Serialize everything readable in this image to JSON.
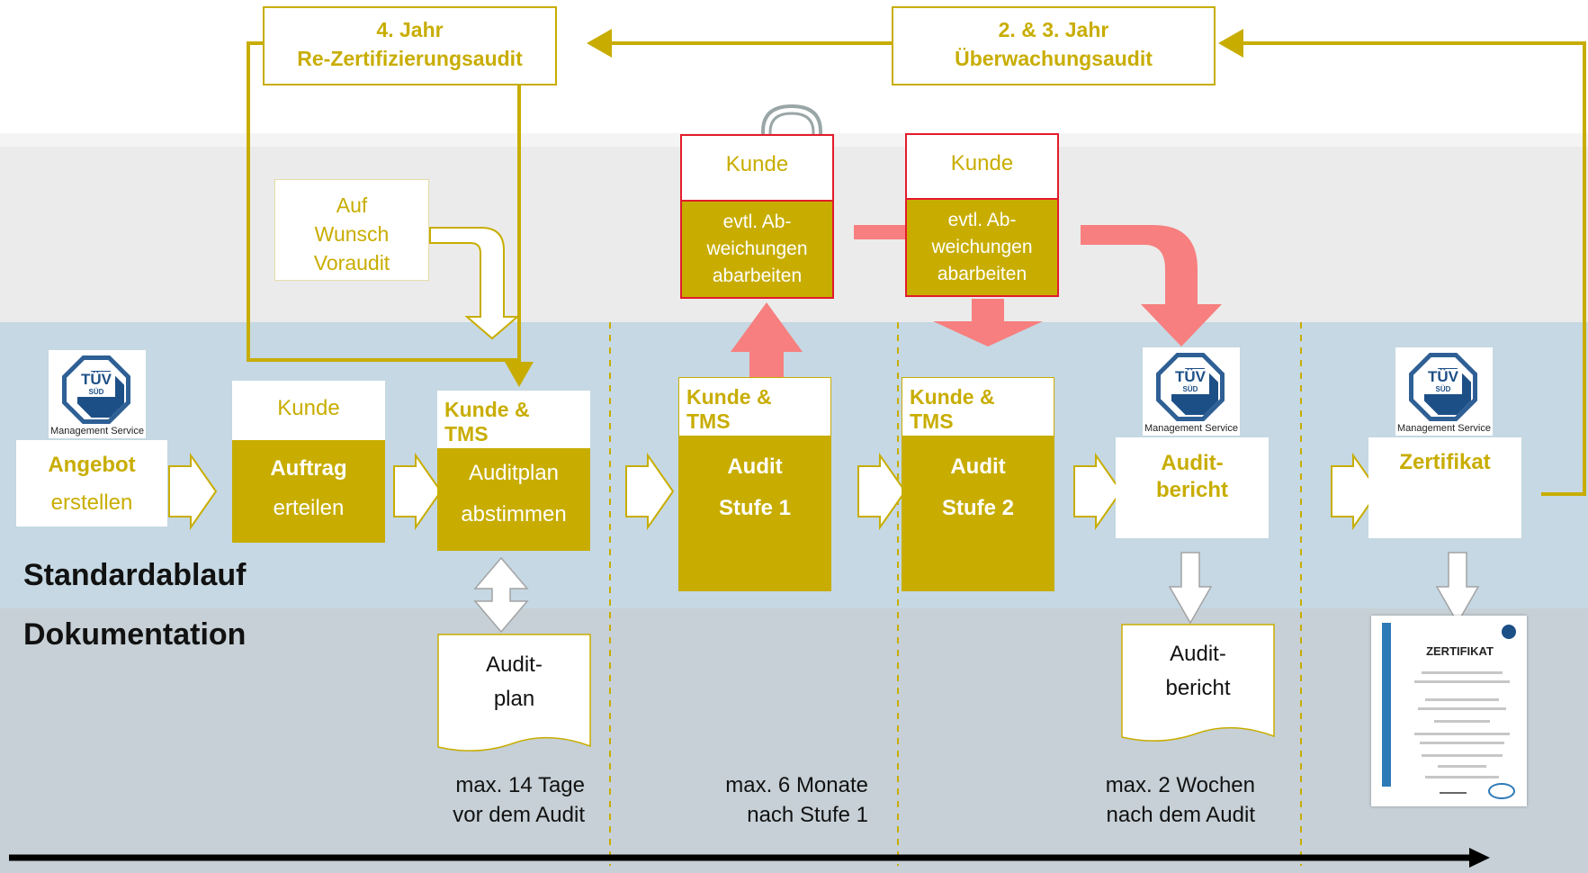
{
  "sections": {
    "standard": "Standardablauf",
    "documentation": "Dokumentation"
  },
  "years": {
    "recert": {
      "line1": "4. Jahr",
      "line2": "Re-Zertifizierungsaudit"
    },
    "surveil": {
      "line1": "2. & 3. Jahr",
      "line2": "Überwachungsaudit"
    }
  },
  "pre_audit": {
    "line1": "Auf",
    "line2": "Wunsch",
    "line3": "Voraudit"
  },
  "customer_boxes": [
    {
      "header": "Kunde",
      "line1": "evtl. Ab-",
      "line2": "weichungen",
      "line3": "abarbeiten"
    },
    {
      "header": "Kunde",
      "line1": "evtl. Ab-",
      "line2": "weichungen",
      "line3": "abarbeiten"
    }
  ],
  "steps": {
    "angebot": {
      "line1": "Angebot",
      "line2": "erstellen"
    },
    "auftrag": {
      "header": "Kunde",
      "line1": "Auftrag",
      "line2": "erteilen"
    },
    "auditplan": {
      "header": "Kunde &\nTMS",
      "line1": "Auditplan",
      "line2": "abstimmen"
    },
    "stufe1": {
      "header": "Kunde &\nTMS",
      "line1": "Audit",
      "line2": "Stufe 1"
    },
    "stufe2": {
      "header": "Kunde &\nTMS",
      "line1": "Audit",
      "line2": "Stufe 2"
    },
    "bericht": {
      "line1": "Audit-",
      "line2": "bericht"
    },
    "zertifikat": {
      "line1": "Zertifikat"
    }
  },
  "documents": {
    "auditplan": {
      "line1": "Audit-",
      "line2": "plan"
    },
    "bericht": {
      "line1": "Audit-",
      "line2": "bericht"
    },
    "certificate_title": "ZERTIFIKAT"
  },
  "logo": {
    "caption": "Management Service",
    "mark": "TÜV",
    "sub": "SÜD"
  },
  "notes": [
    {
      "line1": "max. 14 Tage",
      "line2": "vor dem Audit"
    },
    {
      "line1": "max. 6 Monate",
      "line2": "nach Stufe 1"
    },
    {
      "line1": "max. 2 Wochen",
      "line2": "nach dem Audit"
    }
  ],
  "colors": {
    "olive": "#c8ad00",
    "band_blue": "#c5d8e3",
    "band_gray": "#c6d0d6",
    "deviation_red": "#e21b2b",
    "deviation_arrow": "#f77f7f"
  }
}
